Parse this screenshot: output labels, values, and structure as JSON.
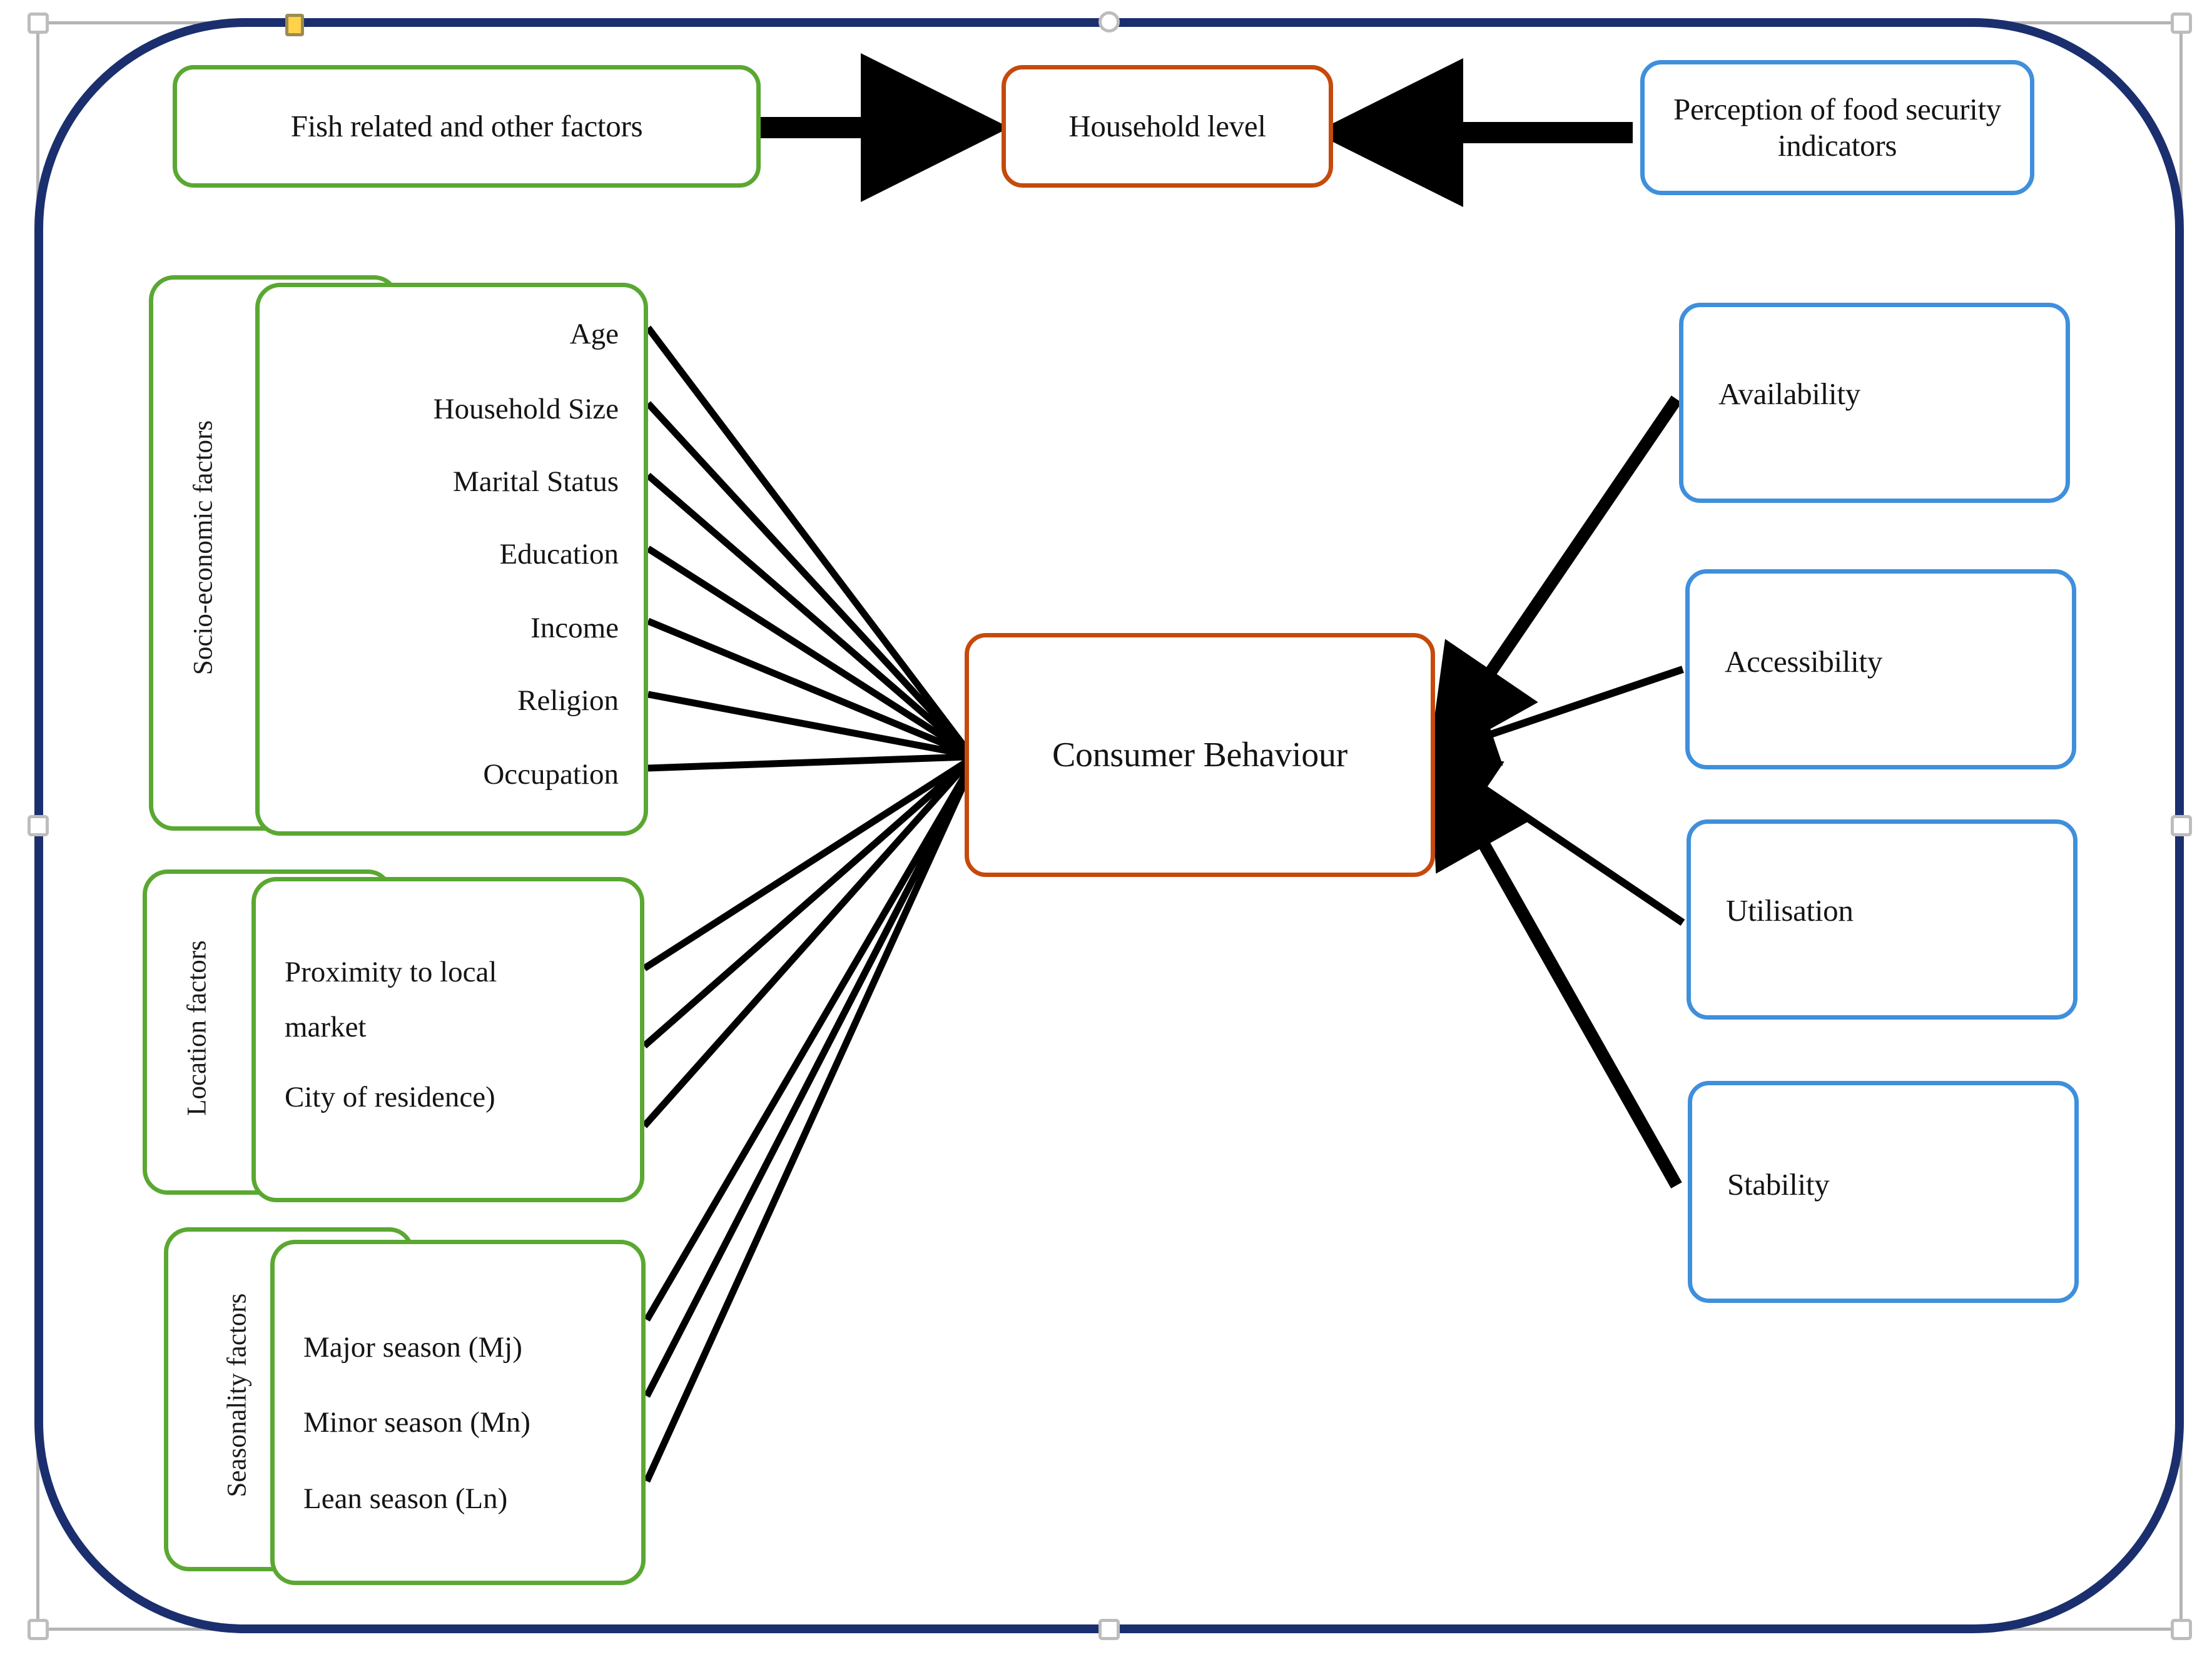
{
  "diagram": {
    "title_visible": false,
    "colors": {
      "green": "#5aa832",
      "orange": "#c54a0b",
      "blue": "#3f8fdc",
      "outer_frame": "#1b2f6e",
      "edge": "#000000",
      "selection_handle": "#bdbdbd",
      "adjust_handle": "#ffd24a",
      "spellcheck_underline": "#e11414"
    }
  },
  "top_row": {
    "left_box": {
      "label": "Fish related and other factors",
      "border": "green"
    },
    "center_box": {
      "label": "Household level",
      "border": "orange"
    },
    "right_box": {
      "label": "Perception of food security indicators",
      "border": "blue"
    }
  },
  "center": {
    "node": {
      "label": "Consumer Behaviour",
      "border": "orange"
    }
  },
  "left_groups": [
    {
      "caption": "Socio-economic factors",
      "items": [
        {
          "label": "Age"
        },
        {
          "label": "Household Size"
        },
        {
          "label": "Marital Status"
        },
        {
          "label": "Education"
        },
        {
          "label": "Income"
        },
        {
          "label": "Religion"
        },
        {
          "label": "Occupation"
        }
      ]
    },
    {
      "caption": "Location factors",
      "items": [
        {
          "label": "Proximity to local"
        },
        {
          "label": "market"
        },
        {
          "label": "City of residence)"
        }
      ]
    },
    {
      "caption": "Seasonality factors",
      "items": [
        {
          "label": "Major season (",
          "marked": "Mj",
          "tail": ")"
        },
        {
          "label": "Minor season (",
          "marked": "Mn",
          "tail": ")"
        },
        {
          "label": "Lean season (Ln)",
          "marked": "",
          "tail": ""
        }
      ]
    }
  ],
  "right_indicators": [
    {
      "label": "Availability",
      "border": "blue"
    },
    {
      "label": "Accessibility",
      "border": "blue"
    },
    {
      "label": "Utilisation",
      "border": "blue"
    },
    {
      "label": "Stability",
      "border": "blue"
    }
  ],
  "selection": {
    "handles": [
      {
        "name": "handle-top-left",
        "shape": "square"
      },
      {
        "name": "handle-top-center",
        "shape": "round"
      },
      {
        "name": "handle-top-right",
        "shape": "square"
      },
      {
        "name": "handle-middle-left",
        "shape": "square"
      },
      {
        "name": "handle-middle-right",
        "shape": "square"
      },
      {
        "name": "handle-bottom-left",
        "shape": "square"
      },
      {
        "name": "handle-bottom-center",
        "shape": "square"
      },
      {
        "name": "handle-bottom-right",
        "shape": "square"
      },
      {
        "name": "handle-adjust-yellow",
        "shape": "adjust"
      }
    ]
  }
}
